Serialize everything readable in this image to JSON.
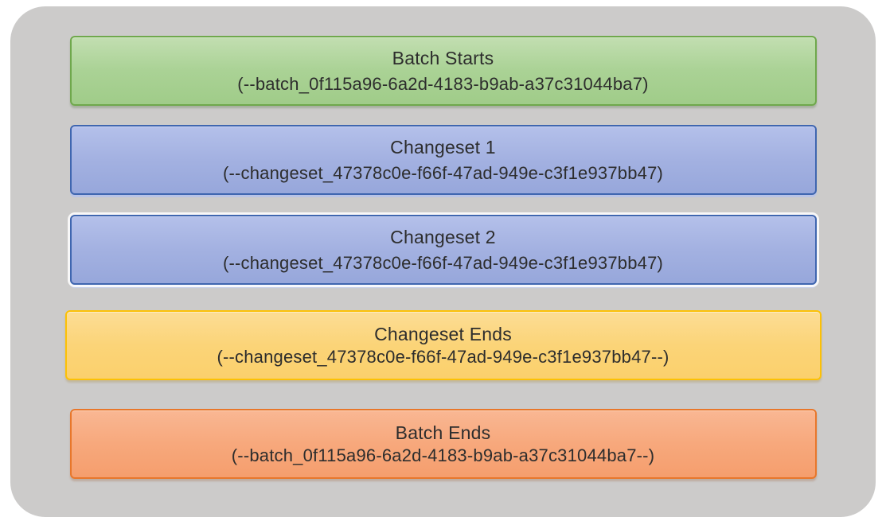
{
  "diagram": {
    "description": "Batch request structure diagram",
    "canvas_background": "#cccbca",
    "page_background": "#ffffff",
    "text_color": "#2d2d2d",
    "boxes": [
      {
        "title": "Batch Starts",
        "id_line": "(--batch_0f115a96-6a2d-4183-b9ab-a37c31044ba7)",
        "color_name": "green",
        "fill": "#aad295",
        "border": "#6fa84c"
      },
      {
        "title": "Changeset 1",
        "id_line": "(--changeset_47378c0e-f66f-47ad-949e-c3f1e937bb47)",
        "color_name": "blue",
        "fill": "#a3b1e1",
        "border": "#3f66b0"
      },
      {
        "title": "Changeset 2",
        "id_line": "(--changeset_47378c0e-f66f-47ad-949e-c3f1e937bb47)",
        "color_name": "blue",
        "fill": "#a3b1e1",
        "border": "#3f66b0"
      },
      {
        "title": "Changeset Ends",
        "id_line": "(--changeset_47378c0e-f66f-47ad-949e-c3f1e937bb47--)",
        "color_name": "yellow",
        "fill": "#fbd478",
        "border": "#fcc106"
      },
      {
        "title": "Batch Ends",
        "id_line": "(--batch_0f115a96-6a2d-4183-b9ab-a37c31044ba7--)",
        "color_name": "orange",
        "fill": "#f7a87c",
        "border": "#e8772b"
      }
    ]
  }
}
